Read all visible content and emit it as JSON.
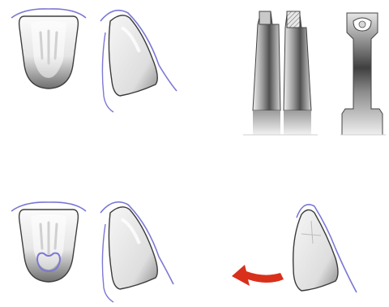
{
  "colors": {
    "background": "#ffffff",
    "outline": "#7b78d4",
    "crown_light": "#f4f4f4",
    "crown_dark": "#5a5a5a",
    "instrument_light": "#e8e8e8",
    "instrument_dark": "#4a4a4a",
    "arrow": "#d9301b"
  },
  "panels": [
    {
      "id": "crown-front-top",
      "view": "labial",
      "shows_groove": false
    },
    {
      "id": "crown-side-top",
      "view": "proximal"
    },
    {
      "id": "instrument-diamond-bur",
      "tip": "flat-end"
    },
    {
      "id": "instrument-wheel-bur",
      "tip": "notched-end"
    },
    {
      "id": "instrument-round-end",
      "tip": "rounded-notch"
    },
    {
      "id": "crown-front-bottom",
      "view": "labial",
      "shows_groove": true
    },
    {
      "id": "crown-side-bottom",
      "view": "proximal"
    },
    {
      "id": "crown-side-rotated",
      "view": "proximal",
      "direction_arrow": "left"
    }
  ]
}
